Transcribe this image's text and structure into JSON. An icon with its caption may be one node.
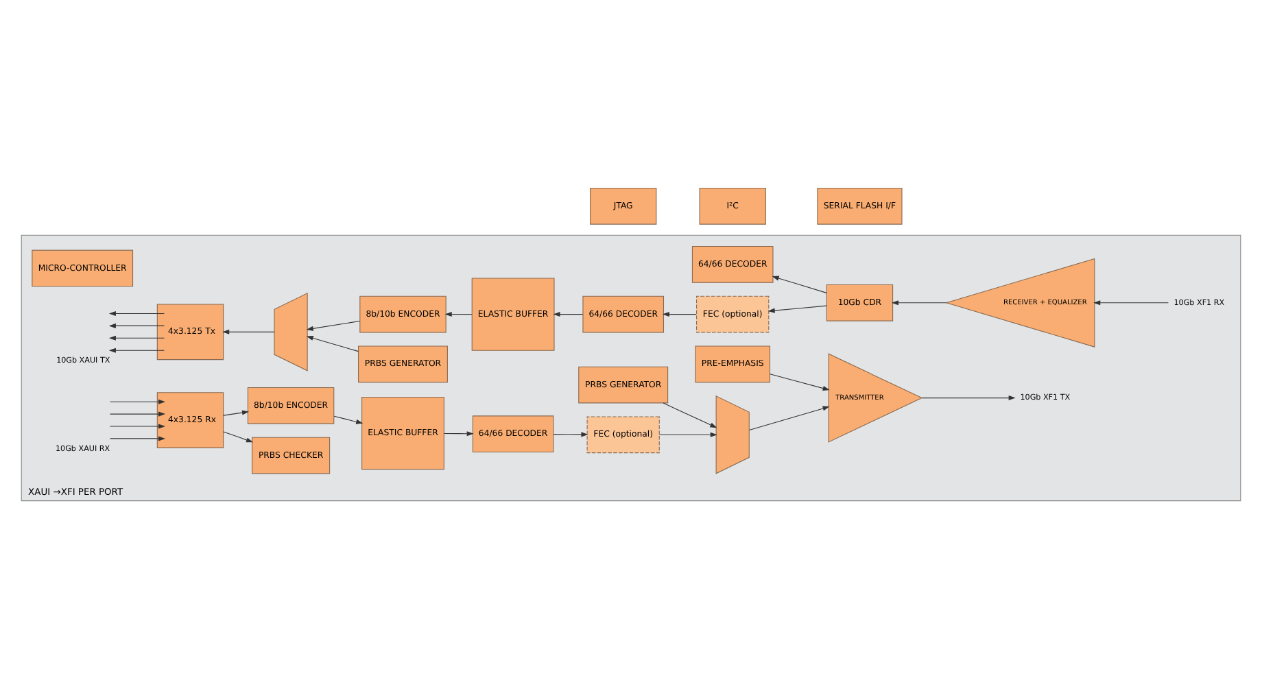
{
  "diagram": {
    "nodes": [
      {
        "text": [
          "XAUI →XFI PER PORT"
        ]
      },
      {
        "text": [
          "RECEIVER + EQUALIZER"
        ],
        "in": 0
      },
      {
        "text": [
          "10Gb CDR"
        ],
        "in": 0
      },
      {
        "text": [
          "FEC (optional)"
        ],
        "in": 0
      },
      {
        "text": [
          "64/66 DECODER"
        ],
        "in": 0
      },
      {
        "text": [
          "64/66 DECODER"
        ],
        "in": 0
      },
      {
        "text": [
          "ELASTIC BUFFER"
        ],
        "in": 0
      },
      {
        "text": [
          "8b/10b ENCODER"
        ],
        "in": 0
      },
      {
        "text": [
          "PRBS GENERATOR"
        ],
        "in": 0
      },
      {
        "text": [],
        "shape": "trapezium",
        "in": 0
      },
      {
        "text": [
          "4x3.125 Tx"
        ],
        "in": 0
      },
      {
        "text": [
          "MICRO-CONTROLLER"
        ],
        "in": 0
      },
      {
        "text": [
          "4x3.125 Rx"
        ],
        "in": 0
      },
      {
        "text": [
          "8b/10b ENCODER"
        ],
        "in": 0
      },
      {
        "text": [
          "PRBS CHECKER"
        ],
        "in": 0
      },
      {
        "text": [
          "ELASTIC BUFFER"
        ],
        "in": 0
      },
      {
        "text": [
          "64/66 DECODER"
        ],
        "in": 0
      },
      {
        "text": [
          "FEC (optional)"
        ],
        "in": 0
      },
      {
        "text": [
          "PRBS GENERATOR"
        ],
        "in": 0
      },
      {
        "text": [],
        "shape": "trapezium",
        "in": 0
      },
      {
        "text": [
          "TRANSMITTER"
        ],
        "in": 0
      },
      {
        "text": [
          "PRE-EMPHASIS"
        ],
        "in": 0
      },
      {
        "text": [
          "JTAG"
        ]
      },
      {
        "text": [
          "I²C"
        ]
      },
      {
        "text": [
          "SERIAL FLASH I/F"
        ]
      },
      {
        "text": [
          "10Gb XAUI TX"
        ],
        "in": 0
      },
      {
        "text": [
          "10Gb XF1 RX"
        ],
        "in": 0
      },
      {
        "text": [
          "10Gb XAUI RX"
        ],
        "in": 0
      },
      {
        "text": [
          "10Gb XF1 TX"
        ],
        "in": 0
      }
    ],
    "edges": [
      {
        "from": 26,
        "to": 1,
        "arrow": "to"
      },
      {
        "from": 1,
        "to": 2,
        "arrow": "to"
      },
      {
        "from": 2,
        "to": 3,
        "arrow": "to"
      },
      {
        "from": 2,
        "to": 5,
        "arrow": "to"
      },
      {
        "from": 3,
        "to": 4,
        "arrow": "to"
      },
      {
        "from": 4,
        "to": 6,
        "arrow": "to"
      },
      {
        "from": 6,
        "to": 7,
        "arrow": "to"
      },
      {
        "from": 7,
        "to": 9,
        "arrow": "to"
      },
      {
        "from": 8,
        "to": 9,
        "arrow": "to"
      },
      {
        "from": 9,
        "to": 10,
        "arrow": "to"
      },
      {
        "from": 10,
        "to": 25,
        "arrow": "to"
      },
      {
        "from": 10,
        "to": 25,
        "arrow": "to"
      },
      {
        "from": 10,
        "to": 25,
        "arrow": "to"
      },
      {
        "from": 10,
        "to": 25,
        "arrow": "to"
      },
      {
        "from": 27,
        "to": 12,
        "arrow": "to"
      },
      {
        "from": 27,
        "to": 12,
        "arrow": "to"
      },
      {
        "from": 27,
        "to": 12,
        "arrow": "to"
      },
      {
        "from": 27,
        "to": 12,
        "arrow": "to"
      },
      {
        "from": 12,
        "to": 13,
        "arrow": "to"
      },
      {
        "from": 12,
        "to": 14,
        "arrow": "to"
      },
      {
        "from": 13,
        "to": 15,
        "arrow": "to"
      },
      {
        "from": 15,
        "to": 16,
        "arrow": "to"
      },
      {
        "from": 16,
        "to": 17,
        "arrow": "to"
      },
      {
        "from": 17,
        "to": 19,
        "arrow": "to"
      },
      {
        "from": 18,
        "to": 19,
        "arrow": "to"
      },
      {
        "from": 19,
        "to": 20,
        "arrow": "to"
      },
      {
        "from": 20,
        "to": 28,
        "arrow": "to"
      },
      {
        "from": 21,
        "to": 20,
        "arrow": "to"
      }
    ]
  }
}
